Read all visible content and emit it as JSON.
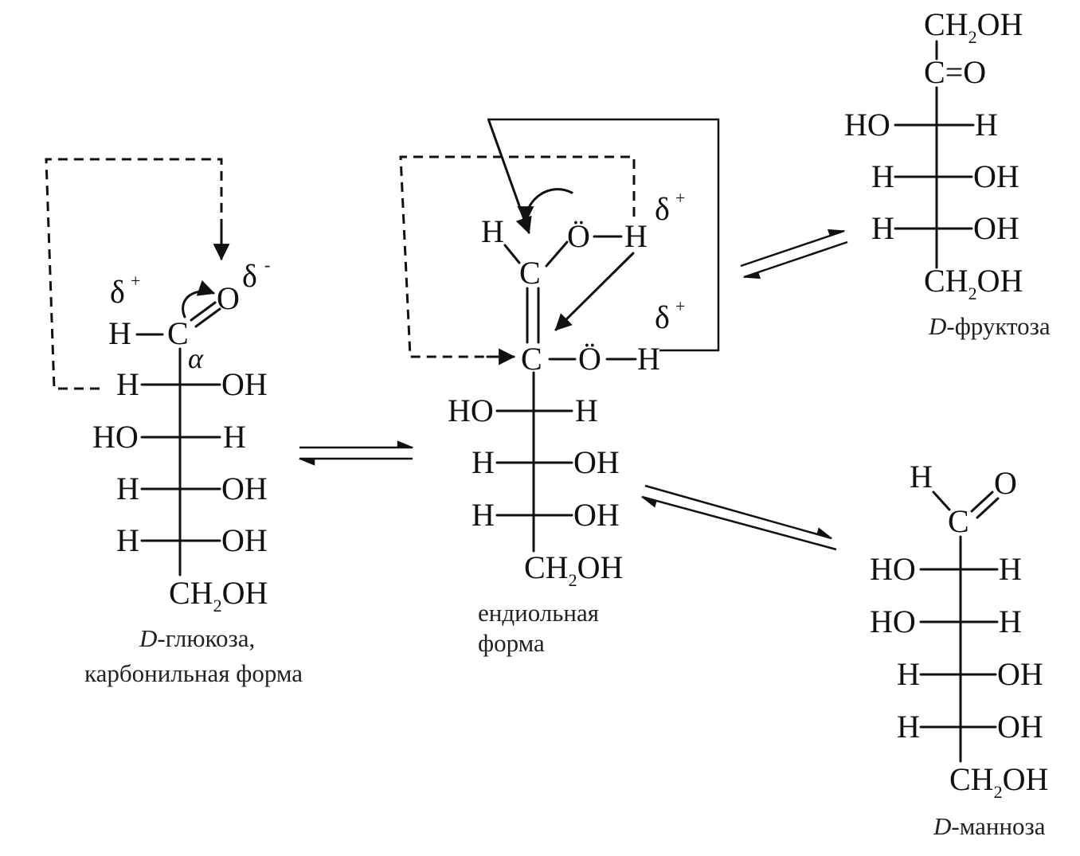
{
  "glucose": {
    "caption_prefix": "D",
    "caption_line1": "-глюкоза,",
    "caption_line2": "карбонильная форма",
    "delta_plus": "δ",
    "delta_minus": "δ",
    "plus": "+",
    "minus": "-",
    "alpha": "α",
    "atoms": {
      "H": "H",
      "C": "C",
      "O": "O",
      "HO": "HO",
      "OH": "OH",
      "CH": "CH",
      "sub2": "2"
    }
  },
  "enediol": {
    "caption_line1": "ендиольная",
    "caption_line2": "форма",
    "delta": "δ",
    "plus": "+",
    "O_lone": "Ö",
    "atoms": {
      "H": "H",
      "C": "C",
      "HO": "HO",
      "OH": "OH",
      "CH": "CH",
      "sub2": "2"
    }
  },
  "fructose": {
    "caption_prefix": "D",
    "caption_suffix": "-фруктоза",
    "atoms": {
      "CH": "CH",
      "sub2": "2",
      "OH": "OH",
      "C": "C",
      "eq": "=",
      "O": "O",
      "HO": "HO",
      "H": "H"
    }
  },
  "mannose": {
    "caption_prefix": "D",
    "caption_suffix": "-манноза",
    "atoms": {
      "H": "H",
      "C": "C",
      "O": "O",
      "HO": "HO",
      "OH": "OH",
      "CH": "CH",
      "sub2": "2"
    }
  }
}
